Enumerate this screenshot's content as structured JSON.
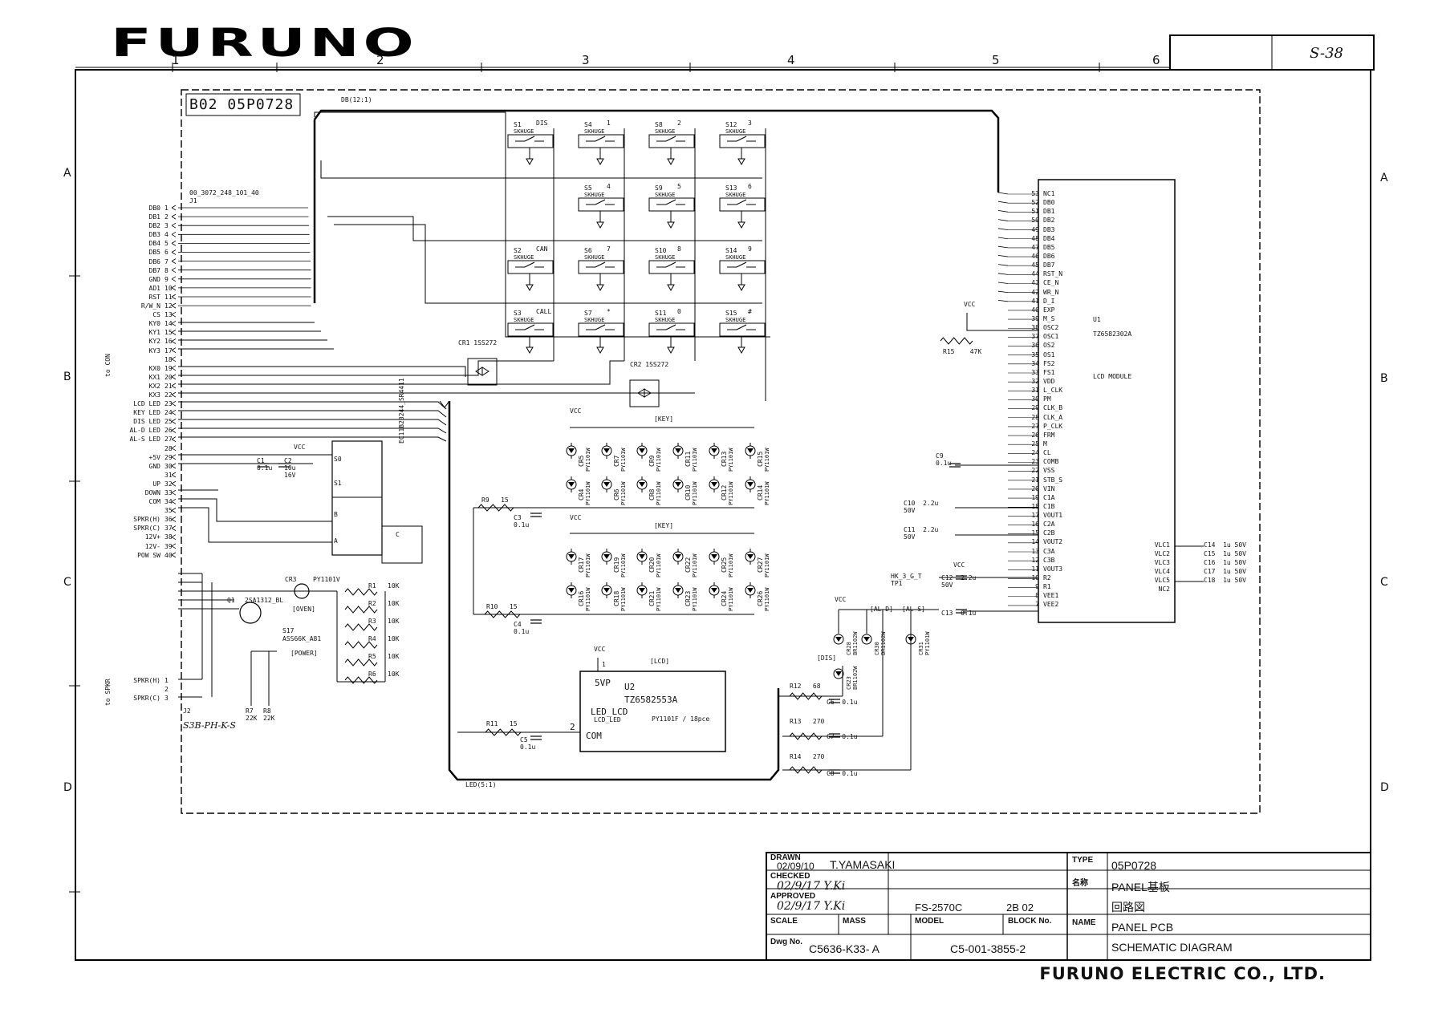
{
  "header": {
    "brand": "FURUNO",
    "sheet_note": "S-38",
    "columns": [
      "1",
      "2",
      "3",
      "4",
      "5",
      "6"
    ],
    "rows": [
      "A",
      "B",
      "C",
      "D"
    ]
  },
  "board": {
    "id_box": "B02 05P0728",
    "bus_top": "DB(12:1)",
    "bus_bottom": "LED(5:1)",
    "connector_j1": "00_3072_248_101_40",
    "j1_label": "J1",
    "to_con": "to CON",
    "to_spkr": "to SPKR",
    "j2_label": "J2",
    "j2_part": "S3B-PH-K-S"
  },
  "j1_pins": [
    {
      "name": "DB0",
      "num": "1"
    },
    {
      "name": "DB1",
      "num": "2"
    },
    {
      "name": "DB2",
      "num": "3"
    },
    {
      "name": "DB3",
      "num": "4"
    },
    {
      "name": "DB4",
      "num": "5"
    },
    {
      "name": "DB5",
      "num": "6"
    },
    {
      "name": "DB6",
      "num": "7"
    },
    {
      "name": "DB7",
      "num": "8"
    },
    {
      "name": "GND",
      "num": "9"
    },
    {
      "name": "AD1",
      "num": "10"
    },
    {
      "name": "RST",
      "num": "11"
    },
    {
      "name": "R/W_N",
      "num": "12"
    },
    {
      "name": "CS",
      "num": "13"
    },
    {
      "name": "KY0",
      "num": "14"
    },
    {
      "name": "KY1",
      "num": "15"
    },
    {
      "name": "KY2",
      "num": "16"
    },
    {
      "name": "KY3",
      "num": "17"
    },
    {
      "name": "",
      "num": "18"
    },
    {
      "name": "KX0",
      "num": "19"
    },
    {
      "name": "KX1",
      "num": "20"
    },
    {
      "name": "KX2",
      "num": "21"
    },
    {
      "name": "KX3",
      "num": "22"
    },
    {
      "name": "LCD LED",
      "num": "23"
    },
    {
      "name": "KEY LED",
      "num": "24"
    },
    {
      "name": "DIS LED",
      "num": "25"
    },
    {
      "name": "AL-D LED",
      "num": "26"
    },
    {
      "name": "AL-S LED",
      "num": "27"
    },
    {
      "name": "",
      "num": "28"
    },
    {
      "name": "+5V",
      "num": "29"
    },
    {
      "name": "GND",
      "num": "30"
    },
    {
      "name": "",
      "num": "31"
    },
    {
      "name": "UP",
      "num": "32"
    },
    {
      "name": "DOWN",
      "num": "33"
    },
    {
      "name": "COM",
      "num": "34"
    },
    {
      "name": "",
      "num": "35"
    },
    {
      "name": "SPKR(H)",
      "num": "36"
    },
    {
      "name": "SPKR(C)",
      "num": "37"
    },
    {
      "name": "12V+",
      "num": "38"
    },
    {
      "name": "12V-",
      "num": "39"
    },
    {
      "name": "POW SW",
      "num": "40"
    }
  ],
  "j2_pins": [
    {
      "name": "SPKR(H)",
      "num": "1"
    },
    {
      "name": "",
      "num": "2"
    },
    {
      "name": "SPKR(C)",
      "num": "3"
    }
  ],
  "switches": [
    {
      "ref": "S1",
      "fn": "DIS",
      "part": "SKHUGE"
    },
    {
      "ref": "S4",
      "fn": "1",
      "part": "SKHUGE"
    },
    {
      "ref": "S8",
      "fn": "2",
      "part": "SKHUGE"
    },
    {
      "ref": "S12",
      "fn": "3",
      "part": "SKHUGE"
    },
    {
      "ref": "S5",
      "fn": "4",
      "part": "SKHUGE"
    },
    {
      "ref": "S9",
      "fn": "5",
      "part": "SKHUGE"
    },
    {
      "ref": "S13",
      "fn": "6",
      "part": "SKHUGE"
    },
    {
      "ref": "S2",
      "fn": "CAN",
      "part": "SKHUGE"
    },
    {
      "ref": "S6",
      "fn": "7",
      "part": "SKHUGE"
    },
    {
      "ref": "S10",
      "fn": "8",
      "part": "SKHUGE"
    },
    {
      "ref": "S14",
      "fn": "9",
      "part": "SKHUGE"
    },
    {
      "ref": "S3",
      "fn": "CALL",
      "part": "SKHUGE"
    },
    {
      "ref": "S7",
      "fn": "*",
      "part": "SKHUGE"
    },
    {
      "ref": "S11",
      "fn": "0",
      "part": "SKHUGE"
    },
    {
      "ref": "S15",
      "fn": "#",
      "part": "SKHUGE"
    }
  ],
  "diodes": {
    "cr1": "CR1 1SS272",
    "cr2": "CR2 1SS272"
  },
  "led_banks": {
    "key_label_1": "[KEY]",
    "key_label_2": "[KEY]",
    "bank1": [
      "CR5",
      "CR7",
      "CR9",
      "CR11",
      "CR13",
      "CR15",
      "CR4",
      "CR6",
      "CR8",
      "CR10",
      "CR12",
      "CR14"
    ],
    "bank2": [
      "CR17",
      "CR19",
      "CR20",
      "CR22",
      "CR25",
      "CR27",
      "CR16",
      "CR18",
      "CR21",
      "CR23",
      "CR24",
      "CR26"
    ],
    "led_part": "PY1101W"
  },
  "passives": {
    "r9": "R9   15",
    "r10": "R10   15",
    "r11": "R11   15",
    "c3": "C3\n0.1u",
    "c4": "C4\n0.1u",
    "c5": "C5\n0.1u",
    "r12": "R12   68",
    "r13": "R13   270",
    "r14": "R14   270",
    "c6": "C6  0.1u",
    "c7": "C7  0.1u",
    "c8": "C8  0.1u",
    "c1": "C1\n0.1u",
    "c2": "C2\n10u\n16V",
    "r15": "R15    47K",
    "c9": "C9\n0.1u",
    "c10": "C10  2.2u\n50V",
    "c11": "C11  2.2u\n50V",
    "c12": "C12  2.2u\n50V",
    "c13": "C13  0.1u",
    "tp1": "HK_3_G_T\nTP1"
  },
  "power_section": {
    "cr3": "CR3",
    "cr3_part": "PY1101V",
    "oven": "[OVEN]",
    "q1": "Q1",
    "q1_part": "2SA1312_BL",
    "s17": "S17",
    "s17_part": "ASS66K_A81",
    "power": "[POWER]",
    "resistors": [
      "R1",
      "R2",
      "R3",
      "R4",
      "R5",
      "R6"
    ],
    "res_val": "10K",
    "r7": "R7\n22K",
    "r8": "R8\n22K"
  },
  "updown_switch": {
    "part": "EC11B20244_SR4411",
    "s0": "S0",
    "s1": "S1",
    "b": "B",
    "a": "A",
    "c": "C"
  },
  "u2": {
    "ref": "U2",
    "part": "TZ6582553A",
    "pin5": "5VP",
    "pin1": "1",
    "pin2": "2",
    "led_lcd": "LED_LCD",
    "led_lcd2": "LCD_LED",
    "com": "COM",
    "led_note": "PY1101F / 18pce",
    "tag": "[LCD]"
  },
  "al_leds": {
    "vcc": "VCC",
    "al_d": "[AL-D]",
    "al_s": "[AL-S]",
    "dis": "[DIS]",
    "parts": [
      "CR28\nBR1102W",
      "CR30\nBR1102W",
      "CR31\nPY1101W",
      "CR23\nBR1102W"
    ]
  },
  "u1": {
    "ref": "U1",
    "part": "TZ6582302A",
    "desc": "LCD MODULE",
    "pins": [
      {
        "num": "53",
        "name": "NC1"
      },
      {
        "num": "52",
        "name": "DB0"
      },
      {
        "num": "51",
        "name": "DB1"
      },
      {
        "num": "50",
        "name": "DB2"
      },
      {
        "num": "49",
        "name": "DB3"
      },
      {
        "num": "48",
        "name": "DB4"
      },
      {
        "num": "47",
        "name": "DB5"
      },
      {
        "num": "46",
        "name": "DB6"
      },
      {
        "num": "45",
        "name": "DB7"
      },
      {
        "num": "44",
        "name": "RST_N"
      },
      {
        "num": "43",
        "name": "CE_N"
      },
      {
        "num": "42",
        "name": "WR_N"
      },
      {
        "num": "41",
        "name": "D_I"
      },
      {
        "num": "40",
        "name": "EXP"
      },
      {
        "num": "39",
        "name": "M_S"
      },
      {
        "num": "38",
        "name": "OSC2"
      },
      {
        "num": "37",
        "name": "OSC1"
      },
      {
        "num": "36",
        "name": "OS2"
      },
      {
        "num": "35",
        "name": "OS1"
      },
      {
        "num": "34",
        "name": "FS2"
      },
      {
        "num": "33",
        "name": "FS1"
      },
      {
        "num": "32",
        "name": "VDD"
      },
      {
        "num": "31",
        "name": "L_CLK"
      },
      {
        "num": "30",
        "name": "PM"
      },
      {
        "num": "29",
        "name": "CLK_B"
      },
      {
        "num": "28",
        "name": "CLK_A"
      },
      {
        "num": "27",
        "name": "P_CLK"
      },
      {
        "num": "26",
        "name": "FRM"
      },
      {
        "num": "25",
        "name": "M"
      },
      {
        "num": "24",
        "name": "CL"
      },
      {
        "num": "23",
        "name": "COMB"
      },
      {
        "num": "22",
        "name": "VSS"
      },
      {
        "num": "21",
        "name": "STB_S"
      },
      {
        "num": "20",
        "name": "VIN"
      },
      {
        "num": "19",
        "name": "C1A"
      },
      {
        "num": "18",
        "name": "C1B"
      },
      {
        "num": "17",
        "name": "VOUT1"
      },
      {
        "num": "16",
        "name": "C2A"
      },
      {
        "num": "15",
        "name": "C2B"
      },
      {
        "num": "14",
        "name": "VOUT2"
      },
      {
        "num": "13",
        "name": "C3A"
      },
      {
        "num": "12",
        "name": "C3B"
      },
      {
        "num": "11",
        "name": "VOUT3"
      },
      {
        "num": "10",
        "name": "R2"
      },
      {
        "num": "9",
        "name": "R1"
      },
      {
        "num": "8",
        "name": "VEE1"
      },
      {
        "num": "7",
        "name": "VEE2"
      }
    ],
    "vlc": [
      "VLC1",
      "VLC2",
      "VLC3",
      "VLC4",
      "VLC5",
      "NC2"
    ],
    "vlc_caps": [
      "C14  1u 50V",
      "C15  1u 50V",
      "C16  1u 50V",
      "C17  1u 50V",
      "C18  1u 50V"
    ]
  },
  "vcc_label": "VCC",
  "title_block": {
    "drawn_label": "DRAWN",
    "drawn_date": "02/09/10",
    "drawn_name": "T.YAMASAKI",
    "checked_label": "CHECKED",
    "checked_sig": "02/9/17 Y.Ki",
    "approved_label": "APPROVED",
    "approved_sig": "02/9/17 Y.Ki",
    "scale_label": "SCALE",
    "mass_label": "MASS",
    "model_label": "MODEL",
    "block_label": "BLOCK No.",
    "model": "FS-2570C",
    "block": "2B 02",
    "dwg_label": "Dwg No.",
    "dwg_no": "C5636-K33- A",
    "doc_no": "C5-001-3855-2",
    "type_label": "TYPE",
    "type": "05P0728",
    "meisho_label": "名称",
    "name_jp_1": "PANEL基板",
    "name_jp_2": "回路図",
    "name_label": "NAME",
    "name_en_1": "PANEL PCB",
    "name_en_2": "SCHEMATIC DIAGRAM"
  },
  "footer": {
    "company": "FURUNO ELECTRIC CO., LTD."
  }
}
